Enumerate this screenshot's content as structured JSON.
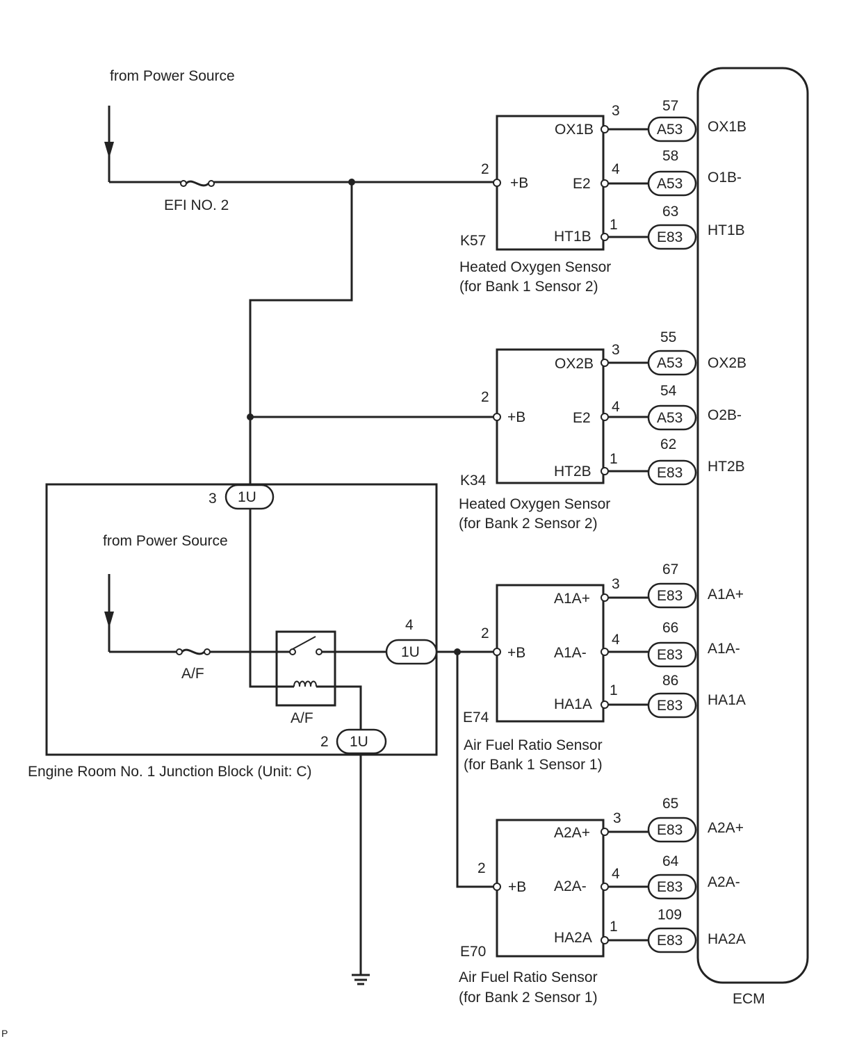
{
  "power_source_label": "from Power Source",
  "efi_fuse_label": "EFI NO. 2",
  "ecm": {
    "label": "ECM"
  },
  "junction_block": {
    "label": "Engine Room No. 1 Junction Block (Unit: C)",
    "power_source_label": "from Power Source",
    "af_fuse_label": "A/F",
    "af_relay_label": "A/F",
    "connectors": [
      {
        "pin": "3",
        "code": "1U"
      },
      {
        "pin": "4",
        "code": "1U"
      },
      {
        "pin": "2",
        "code": "1U"
      }
    ]
  },
  "sensors": [
    {
      "code": "K57",
      "name": "Heated Oxygen Sensor",
      "bank": "(for Bank 1 Sensor 2)",
      "b_pin": "2",
      "b_label": "+B",
      "terminals": [
        {
          "label": "OX1B",
          "pin": "3",
          "connector": "A53",
          "ecm_pin": "57",
          "ecm_terminal": "OX1B"
        },
        {
          "label": "E2",
          "pin": "4",
          "connector": "A53",
          "ecm_pin": "58",
          "ecm_terminal": "O1B-"
        },
        {
          "label": "HT1B",
          "pin": "1",
          "connector": "E83",
          "ecm_pin": "63",
          "ecm_terminal": "HT1B"
        }
      ]
    },
    {
      "code": "K34",
      "name": "Heated Oxygen Sensor",
      "bank": "(for Bank 2 Sensor 2)",
      "b_pin": "2",
      "b_label": "+B",
      "terminals": [
        {
          "label": "OX2B",
          "pin": "3",
          "connector": "A53",
          "ecm_pin": "55",
          "ecm_terminal": "OX2B"
        },
        {
          "label": "E2",
          "pin": "4",
          "connector": "A53",
          "ecm_pin": "54",
          "ecm_terminal": "O2B-"
        },
        {
          "label": "HT2B",
          "pin": "1",
          "connector": "E83",
          "ecm_pin": "62",
          "ecm_terminal": "HT2B"
        }
      ]
    },
    {
      "code": "E74",
      "name": "Air Fuel Ratio Sensor",
      "bank": "(for Bank 1 Sensor 1)",
      "b_pin": "2",
      "b_label": "+B",
      "terminals": [
        {
          "label": "A1A+",
          "pin": "3",
          "connector": "E83",
          "ecm_pin": "67",
          "ecm_terminal": "A1A+"
        },
        {
          "label": "A1A-",
          "pin": "4",
          "connector": "E83",
          "ecm_pin": "66",
          "ecm_terminal": "A1A-"
        },
        {
          "label": "HA1A",
          "pin": "1",
          "connector": "E83",
          "ecm_pin": "86",
          "ecm_terminal": "HA1A"
        }
      ]
    },
    {
      "code": "E70",
      "name": "Air Fuel Ratio Sensor",
      "bank": "(for Bank 2 Sensor 1)",
      "b_pin": "2",
      "b_label": "+B",
      "terminals": [
        {
          "label": "A2A+",
          "pin": "3",
          "connector": "E83",
          "ecm_pin": "65",
          "ecm_terminal": "A2A+"
        },
        {
          "label": "A2A-",
          "pin": "4",
          "connector": "E83",
          "ecm_pin": "64",
          "ecm_terminal": "A2A-"
        },
        {
          "label": "HA2A",
          "pin": "1",
          "connector": "E83",
          "ecm_pin": "109",
          "ecm_terminal": "HA2A"
        }
      ]
    }
  ],
  "corner_mark": "P"
}
